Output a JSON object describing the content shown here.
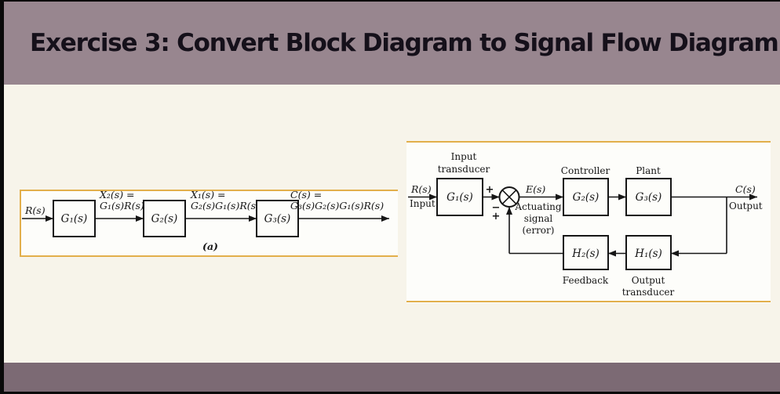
{
  "title": "Exercise 3: Convert Block Diagram to Signal Flow Diagram",
  "colors": {
    "frame": "#0a0a0a",
    "header_bg": "#98868f",
    "footer_bg": "#7c6a74",
    "slide_bg": "#f7f4ea",
    "panel_bg": "#fdfdfa",
    "panel_border": "#e2af4b",
    "ink": "#161616",
    "title_color": "#15101a"
  },
  "cascade_diagram": {
    "caption": "(a)",
    "input_signal": "R(s)",
    "block_g1": "G₁(s)",
    "block_g2": "G₂(s)",
    "block_g3": "G₃(s)",
    "signal_x2_line1": "X₂(s) =",
    "signal_x2_line2": "G₁(s)R(s)",
    "signal_x1_line1": "X₁(s) =",
    "signal_x1_line2": "G₂(s)G₁(s)R(s)",
    "output_line1": "C(s) =",
    "output_line2": "G₃(s)G₂(s)G₁(s)R(s)"
  },
  "feedback_diagram": {
    "input_signal": "R(s)",
    "input_word": "Input",
    "input_transducer_line1": "Input",
    "input_transducer_line2": "transducer",
    "block_g1": "G₁(s)",
    "sum_sign_top": "+",
    "sum_sign_bottom_minus": "−",
    "sum_sign_bottom_plus": "+",
    "error_signal": "E(s)",
    "actuating_line1": "Actuating",
    "actuating_line2": "signal",
    "actuating_line3": "(error)",
    "controller_label": "Controller",
    "block_g2": "G₂(s)",
    "plant_label": "Plant",
    "block_g3": "G₃(s)",
    "output_signal": "C(s)",
    "output_word": "Output",
    "block_h2": "H₂(s)",
    "block_h1": "H₁(s)",
    "feedback_label": "Feedback",
    "output_transducer_line1": "Output",
    "output_transducer_line2": "transducer"
  }
}
